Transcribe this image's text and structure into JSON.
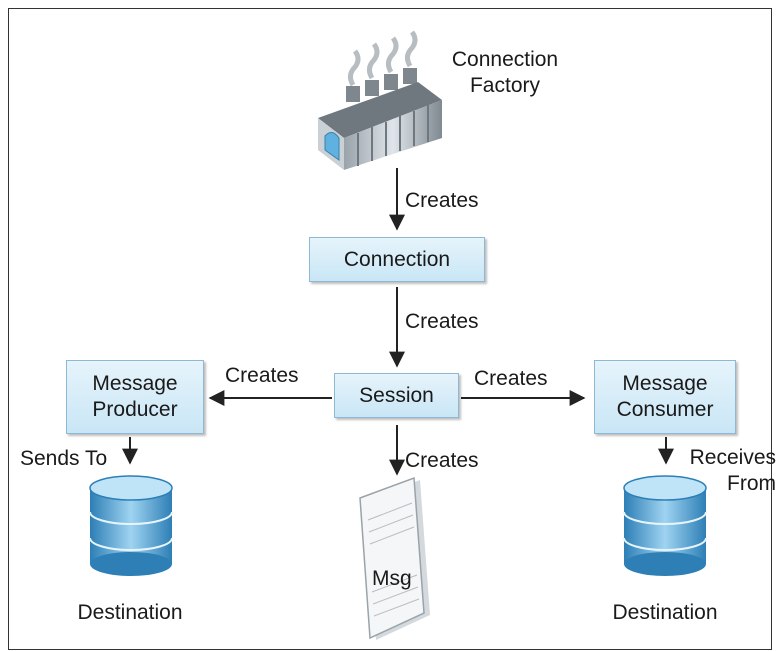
{
  "factory": {
    "label_line1": "Connection",
    "label_line2": "Factory",
    "icon": "factory-icon"
  },
  "nodes": {
    "connection": "Connection",
    "session": "Session",
    "producer_line1": "Message",
    "producer_line2": "Producer",
    "consumer_line1": "Message",
    "consumer_line2": "Consumer"
  },
  "edges": {
    "factory_to_connection": "Creates",
    "connection_to_session": "Creates",
    "session_to_producer": "Creates",
    "session_to_consumer": "Creates",
    "session_to_msg": "Creates",
    "producer_to_destination": "Sends To",
    "consumer_from_destination_line1": "Receives",
    "consumer_from_destination_line2": "From"
  },
  "destinations": {
    "left": "Destination",
    "right": "Destination",
    "icon": "database-icon"
  },
  "message": {
    "label": "Msg",
    "icon": "document-icon"
  }
}
